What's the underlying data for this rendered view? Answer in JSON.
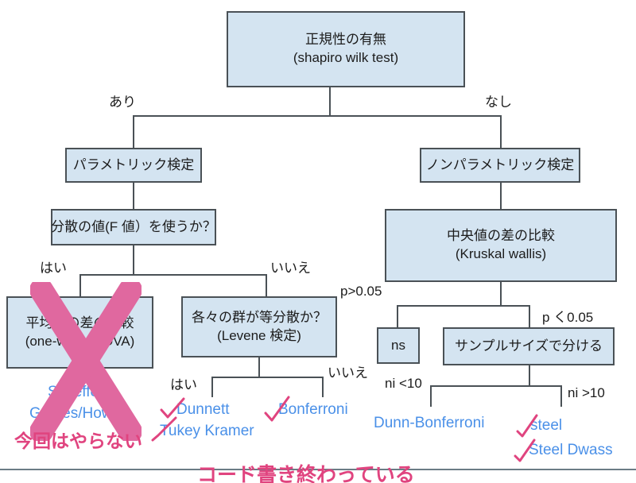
{
  "diagram": {
    "title_node": {
      "line1": "正規性の有無",
      "line2": "(shapiro wilk test)"
    },
    "branches": {
      "normal_yes": "あり",
      "normal_no": "なし",
      "variance_yes": "はい",
      "variance_no": "いいえ",
      "levene_yes": "はい",
      "levene_no": "いいえ",
      "p_greater": "p>0.05",
      "p_less": "p く0.05",
      "n_small": "ni <10",
      "n_large": "ni >10"
    },
    "nodes": {
      "parametric": "パラメトリック検定",
      "nonparametric": "ノンパラメトリック検定",
      "variance_question": "分散の値(F 値）を使うか？",
      "anova_line1": "平均値の差の比較",
      "anova_line2": "(one-way ANOVA)",
      "levene_line1": "各々の群が等分散か？",
      "levene_line2": "(Levene 検定)",
      "kruskal_line1": "中央値の差の比較",
      "kruskal_line2": "(Kruskal wallis)",
      "ns": "ns",
      "sample_size": "サンプルサイズで分ける"
    },
    "leaves": {
      "scheffe": "Scheffe",
      "games_howell": "Games/Howell",
      "dunnett": "Dunnett",
      "tukey_kramer": "Tukey Kramer",
      "bonferroni": "Bonferroni",
      "dunn_bonferroni": "Dunn-Bonferroni",
      "steel": "steel",
      "steel_dwass": "Steel  Dwass"
    },
    "annotations": {
      "not_doing_this_time": "今回はやらない",
      "code_finished": "コード書き終わっている"
    },
    "colors": {
      "node_fill": "#d4e4f1",
      "node_border": "#4a5156",
      "leaf_text": "#4a90e8",
      "annotation_pink": "#e0447f",
      "mark_pink": "#e0689f"
    }
  }
}
